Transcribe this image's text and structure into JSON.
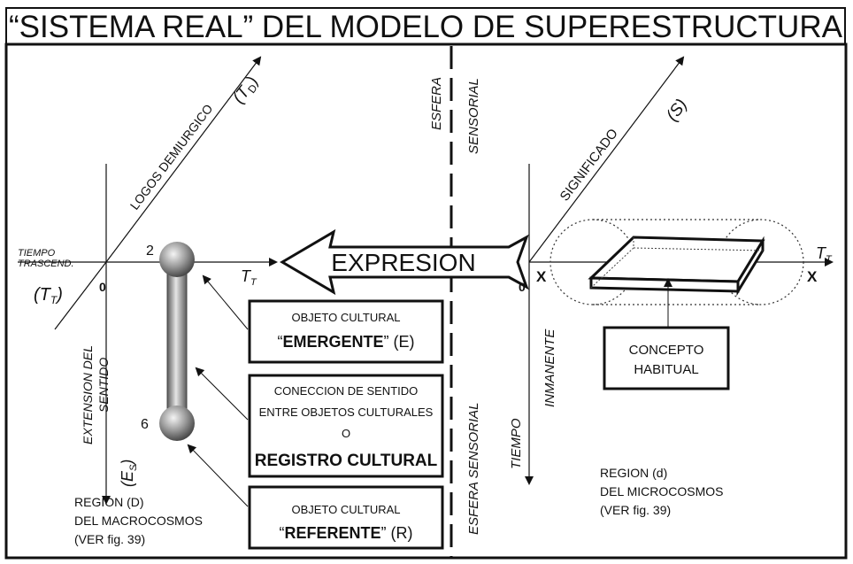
{
  "title": "“SISTEMA REAL” DEL MODELO DE SUPERESTRUCTURA",
  "left_axes": {
    "diagonal_label": "LOGOS DEMIURGICO",
    "diagonal_symbol": "(T",
    "diagonal_symbol_sub": "D",
    "diagonal_symbol_close": ")",
    "time_label_line1": "TIEMPO",
    "time_label_line2": "TRASCEND.",
    "time_symbol": "(T",
    "time_symbol_sub": "T",
    "time_symbol_close": ")",
    "origin": "0",
    "tt_axis": "T",
    "tt_axis_sub": "T",
    "vertical_label_line1": "EXTENSION DEL",
    "vertical_label_line2": "SENTIDO",
    "vertical_symbol": "(E",
    "vertical_symbol_sub": "S",
    "vertical_symbol_close": ")",
    "node_top": "2",
    "node_bottom": "6"
  },
  "boxes": {
    "emergente_line1": "OBJETO CULTURAL",
    "emergente_open": "“",
    "emergente_bold": "EMERGENTE",
    "emergente_close": "” (E)",
    "coneccion_line1": "CONECCION DE SENTIDO",
    "coneccion_line2": "ENTRE OBJETOS CULTURALES",
    "coneccion_line3": "O",
    "coneccion_bold": "REGISTRO CULTURAL",
    "referente_line1": "OBJETO CULTURAL",
    "referente_open": "“",
    "referente_bold": "REFERENTE",
    "referente_close": "” (R)",
    "concepto_line1": "CONCEPTO",
    "concepto_line2": "HABITUAL"
  },
  "center": {
    "esfera_top": "ESFERA",
    "sensorial_top": "SENSORIAL",
    "esfera_bottom": "ESFERA SENSORIAL",
    "arrow_label": "EXPRESION"
  },
  "right_axes": {
    "diagonal_label": "SIGNIFICADO",
    "diagonal_symbol": "(S)",
    "origin": "0",
    "x_left": "X",
    "x_right": "X",
    "tt_axis": "T",
    "tt_axis_sub": "T",
    "vertical_label_line1": "TIEMPO",
    "vertical_label_line2": "INMANENTE"
  },
  "regions": {
    "macro_line1": "REGION (D)",
    "macro_line2": "DEL MACROCOSMOS",
    "macro_line3": "(VER fig. 39)",
    "micro_line1": "REGION (d)",
    "micro_line2": "DEL MICROCOSMOS",
    "micro_line3": "(VER fig. 39)"
  }
}
